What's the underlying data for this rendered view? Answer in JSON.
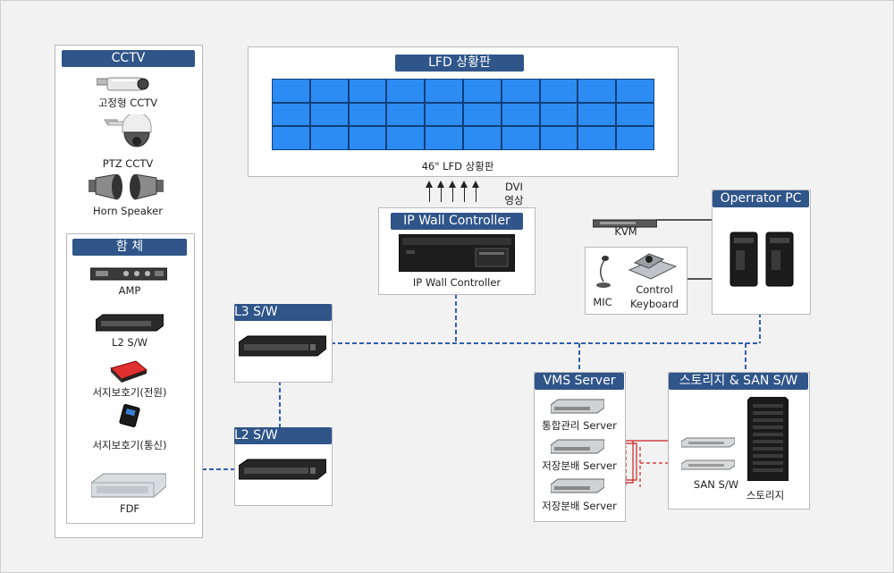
{
  "cctv": {
    "title": "CCTV",
    "fixed_label": "고정형 CCTV",
    "ptz_label": "PTZ CCTV",
    "horn_label": "Horn Speaker"
  },
  "enclosure": {
    "title": "함  체",
    "amp_label": "AMP",
    "l2_label": "L2 S/W",
    "surge_power_label": "서지보호기(전원)",
    "surge_comm_label": "서지보호기(통신)",
    "fdf_label": "FDF"
  },
  "lfd": {
    "title": "LFD 상황판",
    "caption": "46\" LFD 상황판",
    "rows": 3,
    "cols": 10
  },
  "dvi": {
    "line1": "DVI",
    "line2": "영상"
  },
  "wall_controller": {
    "title": "IP Wall Controller",
    "label": "IP Wall Controller"
  },
  "kvm": {
    "label": "KVM"
  },
  "mic": {
    "label": "MIC"
  },
  "control_keyboard": {
    "line1": "Control",
    "line2": "Keyboard"
  },
  "operator_pc": {
    "title": "Operrator PC"
  },
  "l3_switch": {
    "title": "L3   S/W"
  },
  "l2_switch": {
    "title": "L2   S/W"
  },
  "vms": {
    "title": "VMS Server",
    "servers": [
      "통합관리 Server",
      "저장분배 Server",
      "저장분배 Server"
    ]
  },
  "storage": {
    "title": "스토리지 & SAN S/W",
    "san_label": "SAN S/W",
    "storage_label": "스토리지"
  },
  "colors": {
    "header": "#2f5589",
    "tile": "#2d8cf3",
    "network": "#2f5fb0",
    "san_link": "#d02020"
  }
}
